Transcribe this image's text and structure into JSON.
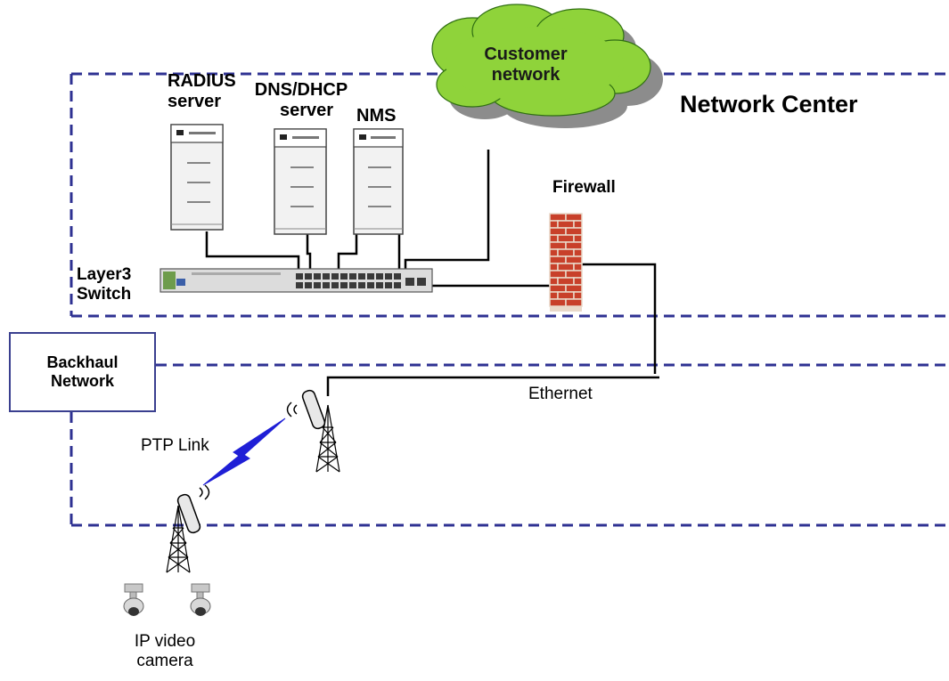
{
  "zones": {
    "network_center": "Network Center",
    "backhaul": {
      "line1": "Backhaul",
      "line2": "Network"
    }
  },
  "devices": {
    "radius": {
      "line1": "RADIUS",
      "line2": "server"
    },
    "dns": {
      "line1": "DNS/DHCP",
      "line2": "server"
    },
    "nms": "NMS",
    "cloud": {
      "line1": "Customer",
      "line2": "network"
    },
    "firewall": "Firewall",
    "switch": {
      "line1": "Layer3",
      "line2": "Switch"
    },
    "camera": {
      "line1": "IP video",
      "line2": "camera"
    }
  },
  "links": {
    "ethernet": "Ethernet",
    "ptp": "PTP Link"
  },
  "colors": {
    "dashed_border": "#2e3192",
    "cloud_fill": "#8fd33a",
    "cloud_shadow": "#8c8c8c",
    "lightning": "#1f1fd6",
    "brick": "#c8402a"
  }
}
